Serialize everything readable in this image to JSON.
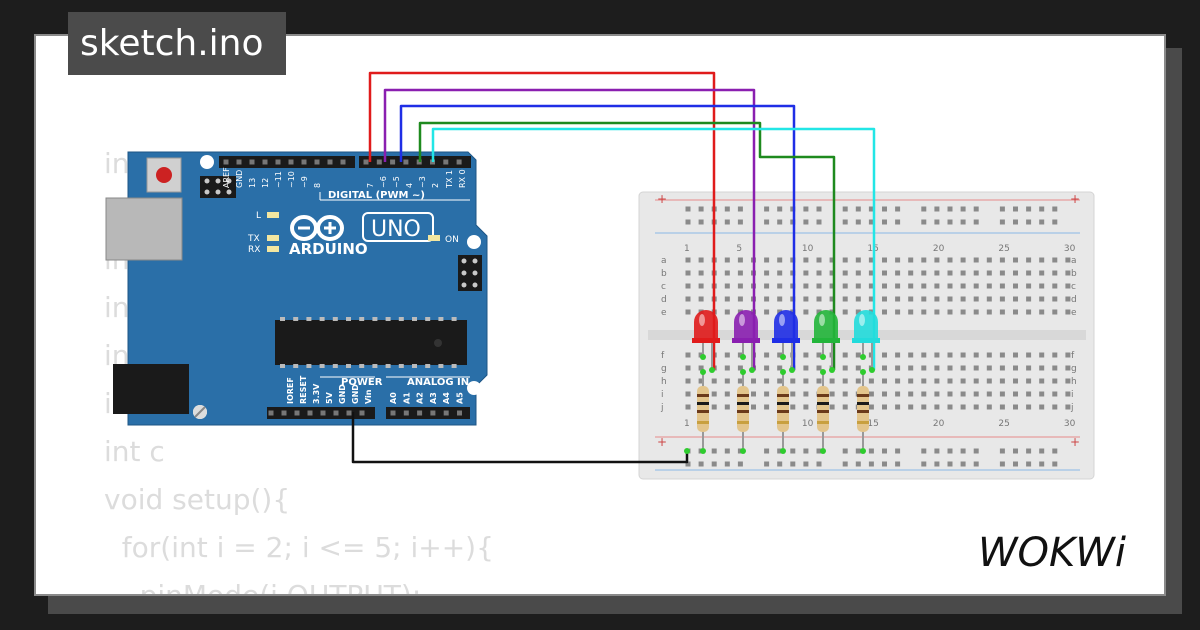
{
  "editor": {
    "file_tab": "sketch.ino",
    "code_lines": [
      "int redl = 6;",
      "int p",
      "int",
      "int g",
      "int t",
      "int c",
      "int c",
      "void setup(){",
      "  for(int i = 2; i <= 5; i++){",
      "    pinMode(i,OUTPUT);"
    ]
  },
  "arduino": {
    "brand": "ARDUINO",
    "model": "UNO",
    "digital_label": "DIGITAL (PWM ~)",
    "digital_pins": [
      "AREF",
      "GND",
      "13",
      "12",
      "~11",
      "~10",
      "~9",
      "8",
      "7",
      "~6",
      "~5",
      "4",
      "~3",
      "2",
      "TX 1",
      "RX 0"
    ],
    "power_label": "POWER",
    "analog_label": "ANALOG IN",
    "power_pins": [
      "IOREF",
      "RESET",
      "3.3V",
      "5V",
      "GND",
      "GND",
      "Vin"
    ],
    "analog_pins": [
      "A0",
      "A1",
      "A2",
      "A3",
      "A4",
      "A5"
    ],
    "led_labels": [
      "L",
      "TX",
      "RX",
      "ON"
    ]
  },
  "breadboard": {
    "col_numbers": [
      "1",
      "5",
      "10",
      "15",
      "20",
      "25",
      "30"
    ],
    "row_letters_top": [
      "a",
      "b",
      "c",
      "d",
      "e"
    ],
    "row_letters_bottom": [
      "f",
      "g",
      "h",
      "i",
      "j"
    ],
    "rail_plus": "+"
  },
  "leds": [
    {
      "color_name": "red",
      "color": "#e01b1b"
    },
    {
      "color_name": "purple",
      "color": "#8a1fb0"
    },
    {
      "color_name": "blue",
      "color": "#1f2ee6"
    },
    {
      "color_name": "green",
      "color": "#22b53a"
    },
    {
      "color_name": "cyan",
      "color": "#22dbdb"
    }
  ],
  "wires": {
    "red": "#e01b1b",
    "purple": "#8a1fb0",
    "blue": "#1f2ee6",
    "green": "#1e8a1e",
    "cyan": "#22e6e6",
    "ground": "#111111"
  },
  "brand_logo": "WOKWi"
}
